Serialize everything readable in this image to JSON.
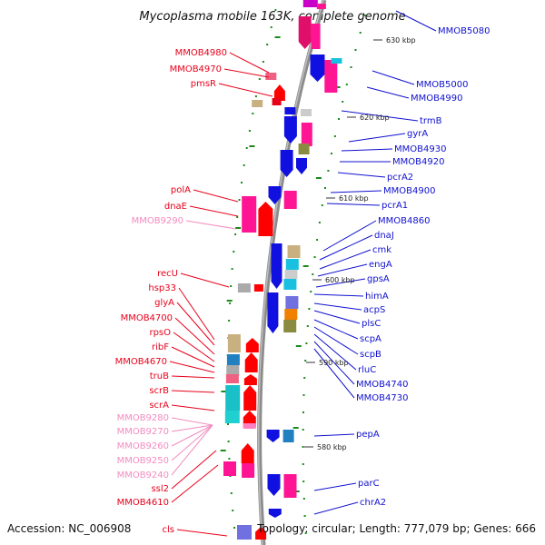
{
  "title": "Mycoplasma mobile 163K, complete genome",
  "footer": {
    "accession": "Accession: NC_006908",
    "summary": "Topology: circular; Length: 777,079 bp; Genes: 666"
  },
  "colors": {
    "left_label": "#e8001a",
    "left_label_pseudo": "#f28cc0",
    "right_label": "#1010d0",
    "backbone": "#8c8c8c",
    "tick": "#1a8a1a"
  },
  "scale_labels": [
    "630 kbp",
    "620 kbp",
    "610 kbp",
    "600 kbp",
    "590 kbp",
    "580 kbp"
  ],
  "left_labels": [
    {
      "text": "MMOB4980",
      "kind": "gene"
    },
    {
      "text": "MMOB4970",
      "kind": "gene"
    },
    {
      "text": "pmsR",
      "kind": "gene"
    },
    {
      "text": "polA",
      "kind": "gene"
    },
    {
      "text": "dnaE",
      "kind": "gene"
    },
    {
      "text": "MMOB9290",
      "kind": "pseudo"
    },
    {
      "text": "recU",
      "kind": "gene"
    },
    {
      "text": "hsp33",
      "kind": "gene"
    },
    {
      "text": "glyA",
      "kind": "gene"
    },
    {
      "text": "MMOB4700",
      "kind": "gene"
    },
    {
      "text": "rpsO",
      "kind": "gene"
    },
    {
      "text": "ribF",
      "kind": "gene"
    },
    {
      "text": "MMOB4670",
      "kind": "gene"
    },
    {
      "text": "truB",
      "kind": "gene"
    },
    {
      "text": "scrB",
      "kind": "gene"
    },
    {
      "text": "scrA",
      "kind": "gene"
    },
    {
      "text": "MMOB9280",
      "kind": "pseudo"
    },
    {
      "text": "MMOB9270",
      "kind": "pseudo"
    },
    {
      "text": "MMOB9260",
      "kind": "pseudo"
    },
    {
      "text": "MMOB9250",
      "kind": "pseudo"
    },
    {
      "text": "MMOB9240",
      "kind": "pseudo"
    },
    {
      "text": "ssl2",
      "kind": "gene"
    },
    {
      "text": "MMOB4610",
      "kind": "gene"
    },
    {
      "text": "cls",
      "kind": "gene"
    }
  ],
  "right_labels": [
    "MMOB5080",
    "MMOB5000",
    "MMOB4990",
    "trmB",
    "gyrA",
    "MMOB4930",
    "MMOB4920",
    "pcrA2",
    "MMOB4900",
    "pcrA1",
    "MMOB4860",
    "dnaJ",
    "cmk",
    "engA",
    "gpsA",
    "himA",
    "acpS",
    "plsC",
    "scpA",
    "scpB",
    "rluC",
    "MMOB4740",
    "MMOB4730",
    "pepA",
    "parC",
    "chrA2"
  ]
}
